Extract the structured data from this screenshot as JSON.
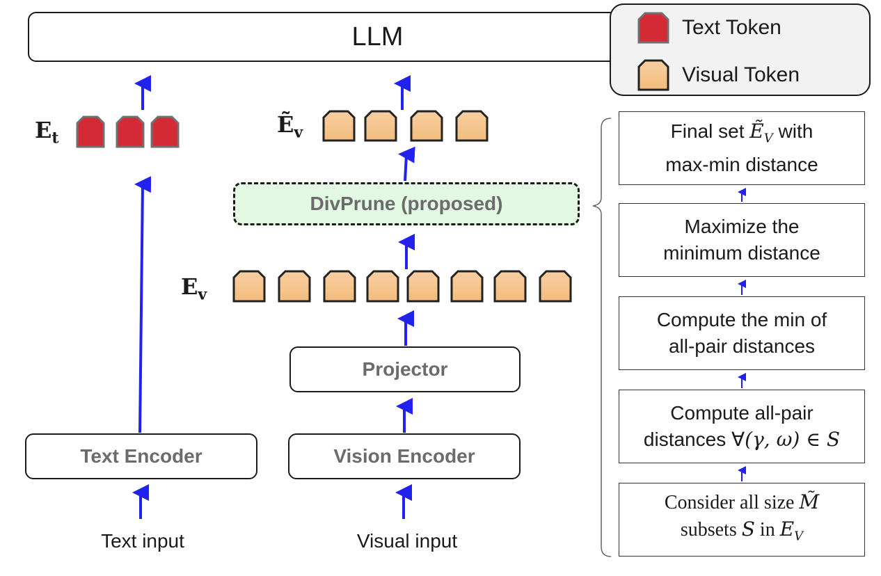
{
  "llm": {
    "label": "LLM"
  },
  "legend": {
    "text_token": "Text Token",
    "visual_token": "Visual Token"
  },
  "colors": {
    "text_token_fill": "#d42a36",
    "text_token_stroke": "#707070",
    "visual_token_fill": "#f5c48c",
    "visual_token_stroke": "#222222",
    "arrow": "#2222ee",
    "divprune_fill": "#e3f9e3",
    "legend_fill": "#f2f2f2"
  },
  "symbols": {
    "text_embeddings": {
      "base": "E",
      "sub": "t"
    },
    "visual_embeddings": {
      "base": "E",
      "sub": "v"
    },
    "pruned_visual_embeddings": {
      "base": "Ẽ",
      "sub": "v"
    }
  },
  "token_counts": {
    "text": 3,
    "visual": 8,
    "pruned_visual": 4
  },
  "modules": {
    "text_encoder": "Text Encoder",
    "vision_encoder": "Vision Encoder",
    "projector": "Projector",
    "divprune": "DivPrune (proposed)"
  },
  "inputs": {
    "text": "Text input",
    "visual": "Visual input"
  },
  "steps": [
    {
      "line1": "Final set ",
      "math1": "Ẽ",
      "math1_sub": "V",
      "line1_tail": " with",
      "line2": "max-min distance"
    },
    {
      "line1": "Maximize the",
      "line2": "minimum distance"
    },
    {
      "line1": "Compute the min of",
      "line2": "all-pair distances"
    },
    {
      "line1": "Compute all-pair",
      "line2_pre": "distances ∀",
      "line2_math": "(γ, ω) ∈ S"
    },
    {
      "line1_pre": "Consider all size ",
      "line1_math": "M̃",
      "line2_pre": "subsets ",
      "line2_math1": "S",
      "line2_mid": " in ",
      "line2_math2": "E",
      "line2_math2_sub": "V"
    }
  ]
}
